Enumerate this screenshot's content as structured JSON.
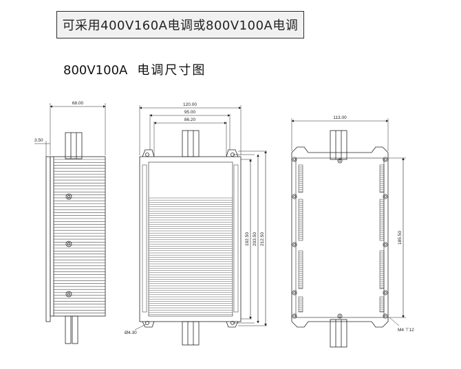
{
  "header": {
    "title": "可采用400V160A电调或800V100A电调"
  },
  "section": {
    "model": "800V100A",
    "subtitle": "电调尺寸图"
  },
  "dimensions": {
    "side_width": "68.00",
    "side_offset": "3.50",
    "front_width_total": "120.00",
    "front_width_mid": "95.00",
    "front_width_inner": "86.20",
    "front_height_1": "192.50",
    "front_height_2": "203.50",
    "front_height_3": "212.50",
    "hole_dia": "Ø4.30",
    "back_width": "113.00",
    "back_height": "185.50",
    "thread": "M4 ⊤12"
  }
}
